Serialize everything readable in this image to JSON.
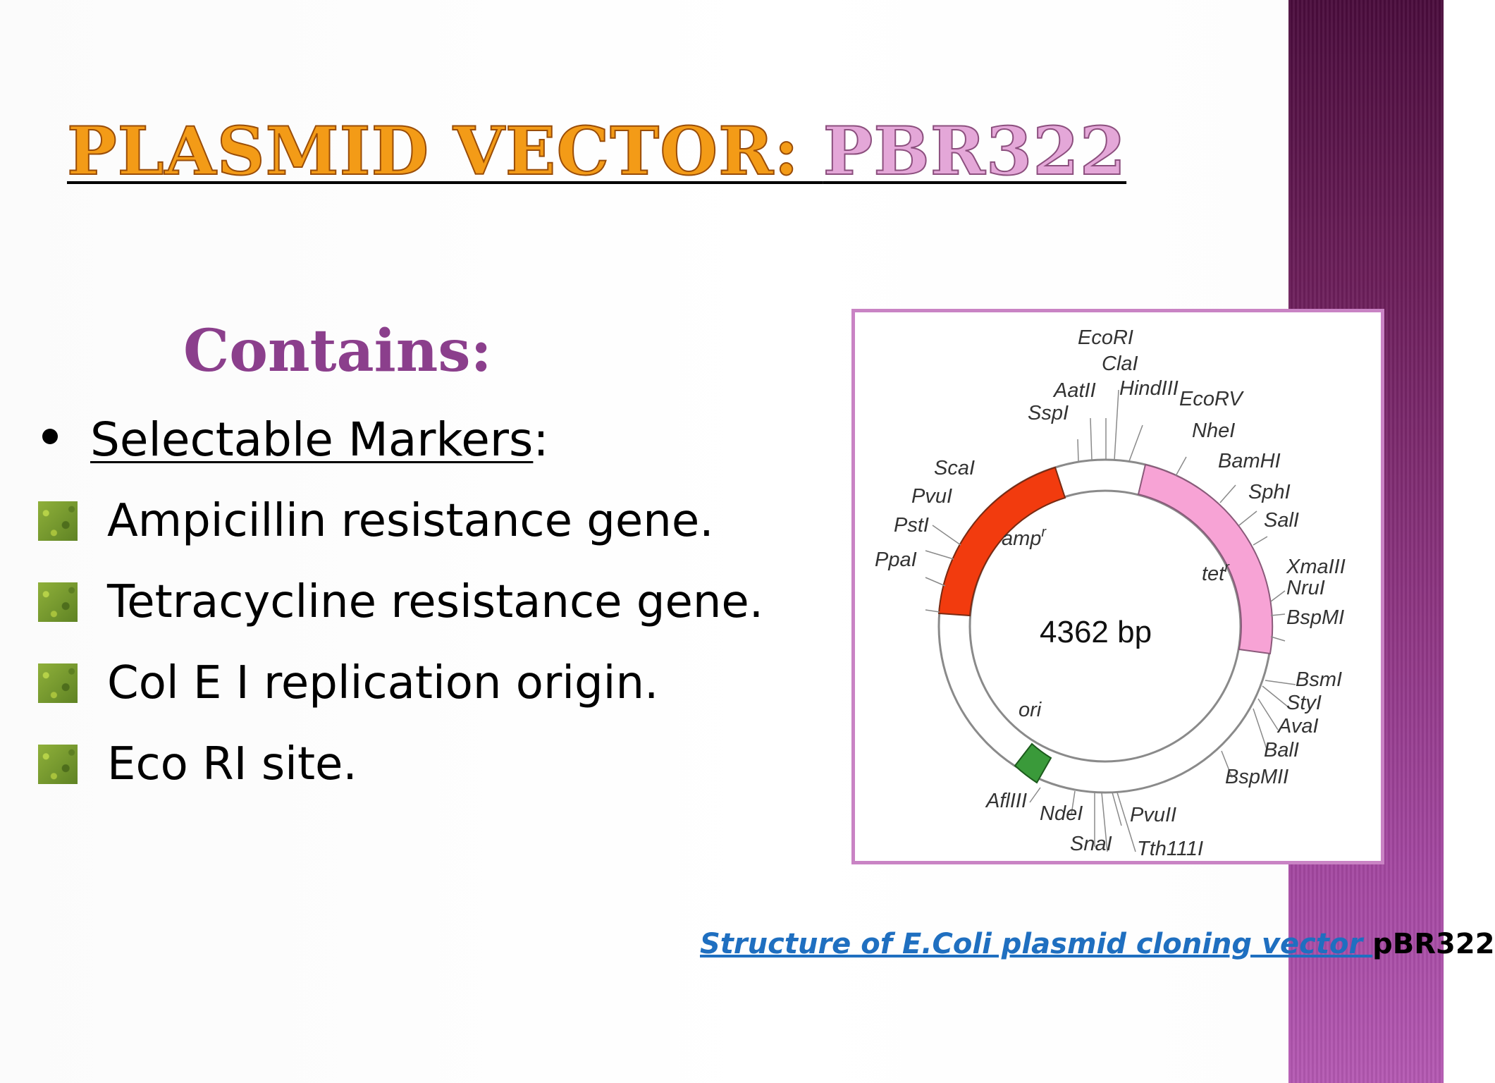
{
  "title": {
    "part1": "PLASMID VECTOR: ",
    "part2": "PBR322"
  },
  "contains_heading": "Contains:",
  "selectable": {
    "label": "Selectable Markers",
    "colon": ":"
  },
  "items": [
    "Ampicillin resistance gene.",
    "Tetracycline resistance gene.",
    "Col E I replication origin.",
    "Eco RI site."
  ],
  "diagram": {
    "size_label": "4362 bp",
    "segments": {
      "amp": "amp",
      "tet": "tet",
      "resist_sup": "r",
      "ori": "ori"
    },
    "sites": {
      "EcoRI": "EcoRI",
      "ClaI": "ClaI",
      "HindIII": "HindIII",
      "EcoRV": "EcoRV",
      "AatII": "AatII",
      "SspI": "SspI",
      "NheI": "NheI",
      "BamHI": "BamHI",
      "ScaI": "ScaI",
      "SphI": "SphI",
      "PvuI": "PvuI",
      "SalI": "SalI",
      "PstI": "PstI",
      "PpaI": "PpaI",
      "XmaIII": "XmaIII",
      "NruI": "NruI",
      "BspMI": "BspMI",
      "BsmI": "BsmI",
      "StyI": "StyI",
      "AvaI": "AvaI",
      "BalI": "BalI",
      "BspMII": "BspMII",
      "AflIII": "AflIII",
      "NdeI": "NdeI",
      "PvuII": "PvuII",
      "SnaI": "SnaI",
      "Tth111I": "Tth111I"
    },
    "colors": {
      "amp": "#f23b0e",
      "tet": "#f7a3d5",
      "ori": "#3a9a3a",
      "frame": "#c983c4"
    }
  },
  "caption": {
    "link_text": "Structure of E.Coli plasmid cloning vector ",
    "rest_text": "pBR322"
  }
}
